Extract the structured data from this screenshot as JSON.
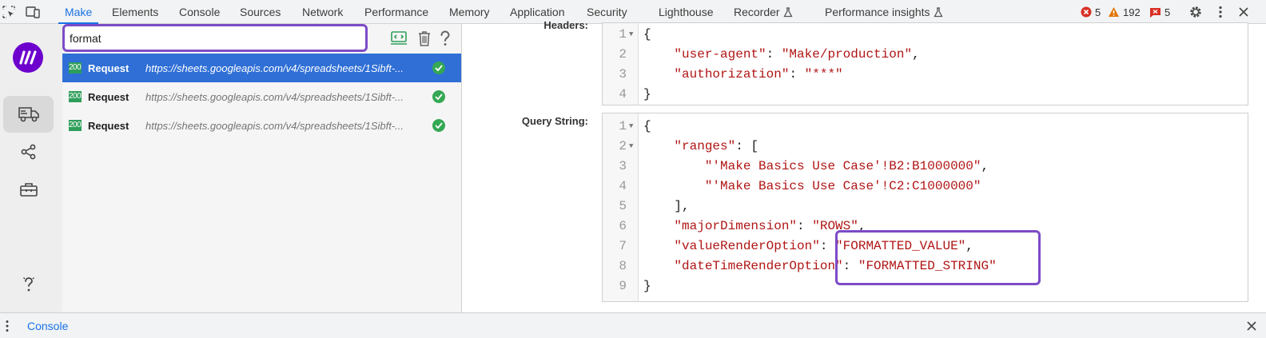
{
  "top_tabs": [
    "Make",
    "Elements",
    "Console",
    "Sources",
    "Network",
    "Performance",
    "Memory",
    "Application",
    "Security",
    "Lighthouse",
    "Recorder",
    "Performance insights"
  ],
  "counters": {
    "errors": "5",
    "warnings": "192",
    "issues": "5"
  },
  "colors": {
    "accent": "#1a73e8",
    "highlight": "#7d4bc7",
    "status_ok": "#34a853",
    "selected_row": "#2f6fd6",
    "make_logo": "#6d00cc",
    "json_string": "#b01515"
  },
  "search": {
    "value": "format"
  },
  "requests": [
    {
      "code": "200",
      "type": "Request",
      "url": "https://sheets.googleapis.com/v4/spreadsheets/1Sibft-..."
    },
    {
      "code": "200",
      "type": "Request",
      "url": "https://sheets.googleapis.com/v4/spreadsheets/1Sibft-..."
    },
    {
      "code": "200",
      "type": "Request",
      "url": "https://sheets.googleapis.com/v4/spreadsheets/1Sibft-..."
    }
  ],
  "detail": {
    "headers_label": "Headers:",
    "query_label": "Query String:",
    "headers_lines": [
      {
        "n": "1",
        "fold": true,
        "text": "{"
      },
      {
        "n": "2",
        "fold": false,
        "text": "    \"user-agent\": \"Make/production\","
      },
      {
        "n": "3",
        "fold": false,
        "text": "    \"authorization\": \"***\""
      },
      {
        "n": "4",
        "fold": false,
        "text": "}"
      }
    ],
    "query_lines": [
      {
        "n": "1",
        "fold": true,
        "text": "{"
      },
      {
        "n": "2",
        "fold": true,
        "text": "    \"ranges\": ["
      },
      {
        "n": "3",
        "fold": false,
        "text": "        \"'Make Basics Use Case'!B2:B1000000\","
      },
      {
        "n": "4",
        "fold": false,
        "text": "        \"'Make Basics Use Case'!C2:C1000000\""
      },
      {
        "n": "5",
        "fold": false,
        "text": "    ],"
      },
      {
        "n": "6",
        "fold": false,
        "text": "    \"majorDimension\": \"ROWS\","
      },
      {
        "n": "7",
        "fold": false,
        "text": "    \"valueRenderOption\": \"FORMATTED_VALUE\","
      },
      {
        "n": "8",
        "fold": false,
        "text": "    \"dateTimeRenderOption\": \"FORMATTED_STRING\""
      },
      {
        "n": "9",
        "fold": false,
        "text": "}"
      }
    ]
  },
  "drawer": {
    "tab": "Console"
  }
}
